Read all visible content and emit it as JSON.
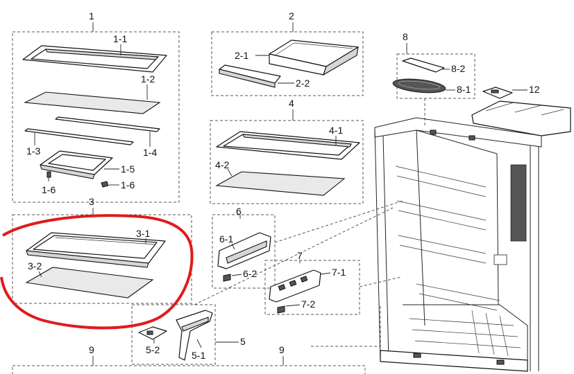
{
  "diagram": {
    "labels": {
      "g1": "1",
      "p1_1": "1-1",
      "p1_2": "1-2",
      "p1_3": "1-3",
      "p1_4": "1-4",
      "p1_5": "1-5",
      "p1_6a": "1-6",
      "p1_6b": "1-6",
      "g2": "2",
      "p2_1": "2-1",
      "p2_2": "2-2",
      "g3": "3",
      "p3_1": "3-1",
      "p3_2": "3-2",
      "g4": "4",
      "p4_1": "4-1",
      "p4_2": "4-2",
      "g5": "5",
      "p5_1": "5-1",
      "p5_2": "5-2",
      "g6": "6",
      "p6_1": "6-1",
      "p6_2": "6-2",
      "g7": "7",
      "p7_1": "7-1",
      "p7_2": "7-2",
      "g8": "8",
      "p8_1": "8-1",
      "p8_2": "8-2",
      "g9a": "9",
      "g9b": "9",
      "p12": "12"
    },
    "highlight_color": "#e01b1b"
  }
}
